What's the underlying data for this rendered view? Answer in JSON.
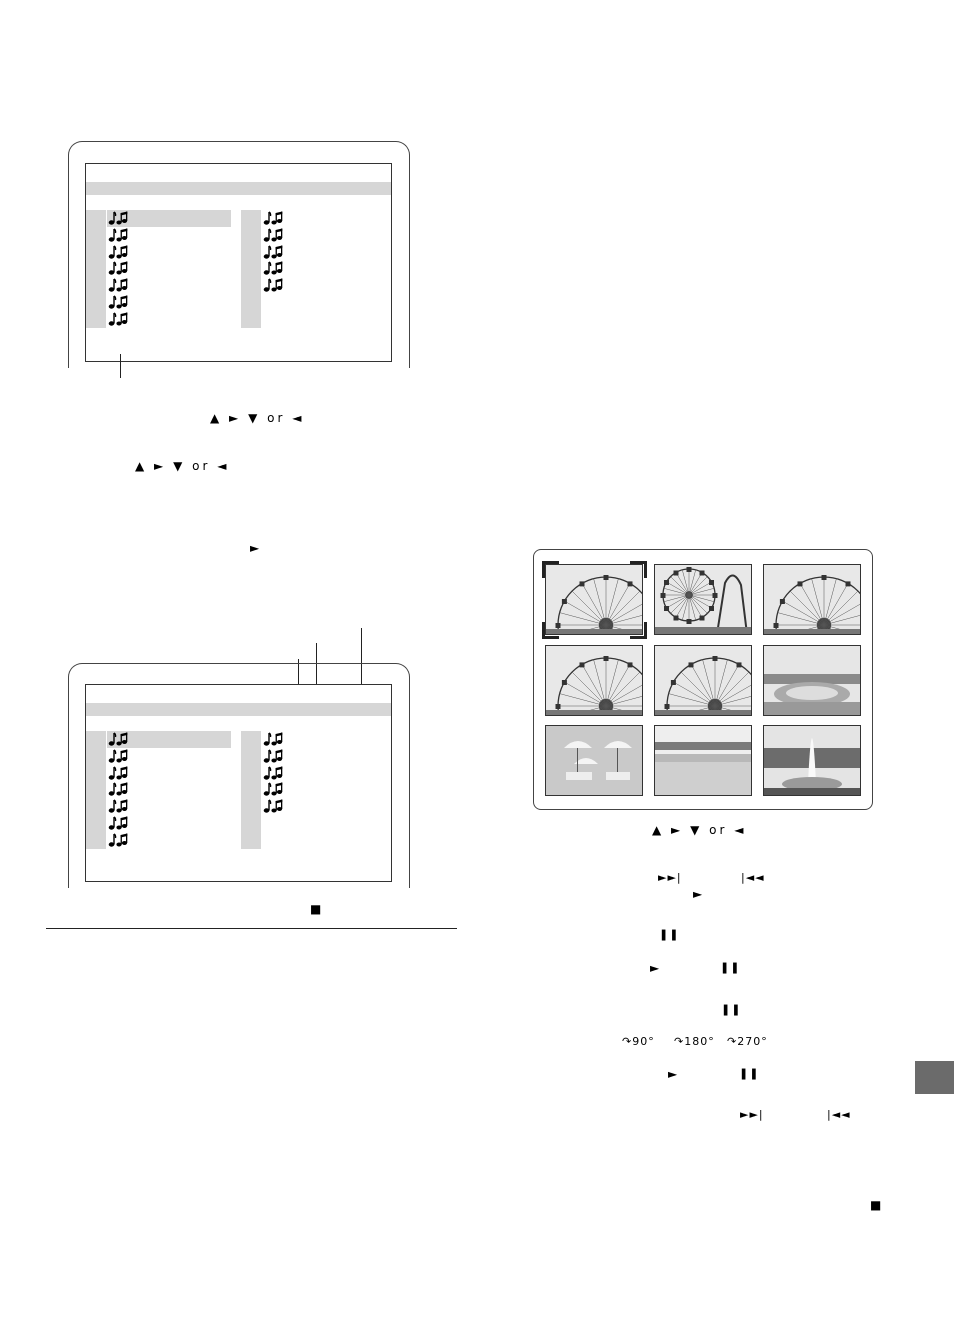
{
  "menu_screen_1": {
    "note_icon": "music-note-icon",
    "left_column_tracks": 7,
    "right_column_tracks": 5
  },
  "menu_screen_2": {
    "note_icon": "music-note-icon",
    "left_column_tracks": 7,
    "right_column_tracks": 5
  },
  "instructions_left": {
    "line1": "▲ ► ▼ or ◄",
    "line2": "▲ ► ▼ or ◄",
    "line3": "►",
    "stop": "■"
  },
  "thumbnail_grid": {
    "thumbnails": [
      {
        "subject": "ferris-wheel",
        "selected": true
      },
      {
        "subject": "ferris-wheel-rollercoaster",
        "selected": false
      },
      {
        "subject": "ferris-wheel",
        "selected": false
      },
      {
        "subject": "ferris-wheel",
        "selected": false
      },
      {
        "subject": "ferris-wheel",
        "selected": false
      },
      {
        "subject": "flower-garden",
        "selected": false
      },
      {
        "subject": "umbrellas",
        "selected": false
      },
      {
        "subject": "flower-field",
        "selected": false
      },
      {
        "subject": "fountain",
        "selected": false
      }
    ]
  },
  "instructions_right": {
    "cursor": "▲ ► ▼ or ◄",
    "next": "►►|",
    "prev": "|◄◄",
    "play": "►",
    "pause1": "❚❚",
    "play2": "►",
    "pause2": "❚❚",
    "pause3": "❚❚",
    "rot90": "↷90°",
    "rot180": "↷180°",
    "rot270": "↷270°",
    "play3": "►",
    "pause4": "❚❚",
    "next2": "►►|",
    "prev2": "|◄◄",
    "stop": "■"
  },
  "colors": {
    "highlight": "#d6d6d6",
    "tab": "#6b6b6b"
  }
}
